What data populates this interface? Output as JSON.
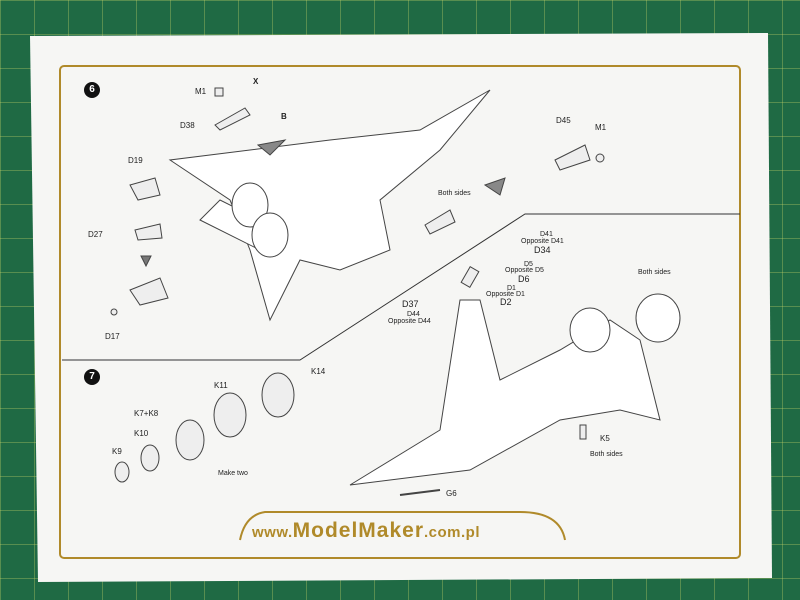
{
  "step6": {
    "number": "6",
    "labels": [
      "M1",
      "X",
      "D38",
      "B",
      "D19",
      "D27",
      "D17",
      "D45",
      "M1",
      "Both sides"
    ]
  },
  "step7": {
    "number": "7",
    "labels": [
      "K14",
      "K11",
      "K7+K8",
      "K10",
      "K9",
      "Make two",
      "D41",
      "Opposite D41",
      "D34",
      "D5",
      "Opposite D5",
      "D6",
      "D1",
      "Opposite D1",
      "D2",
      "D37",
      "D44",
      "Opposite D44",
      "Both sides",
      "K5",
      "Both sides",
      "G6"
    ]
  },
  "footer": {
    "prefix": "www.",
    "brand": "ModelMaker",
    "suffix": ".com.pl"
  },
  "colors": {
    "gold": "#b08a2a",
    "mat": "#1f6a44",
    "paper": "#f7f7f5"
  }
}
